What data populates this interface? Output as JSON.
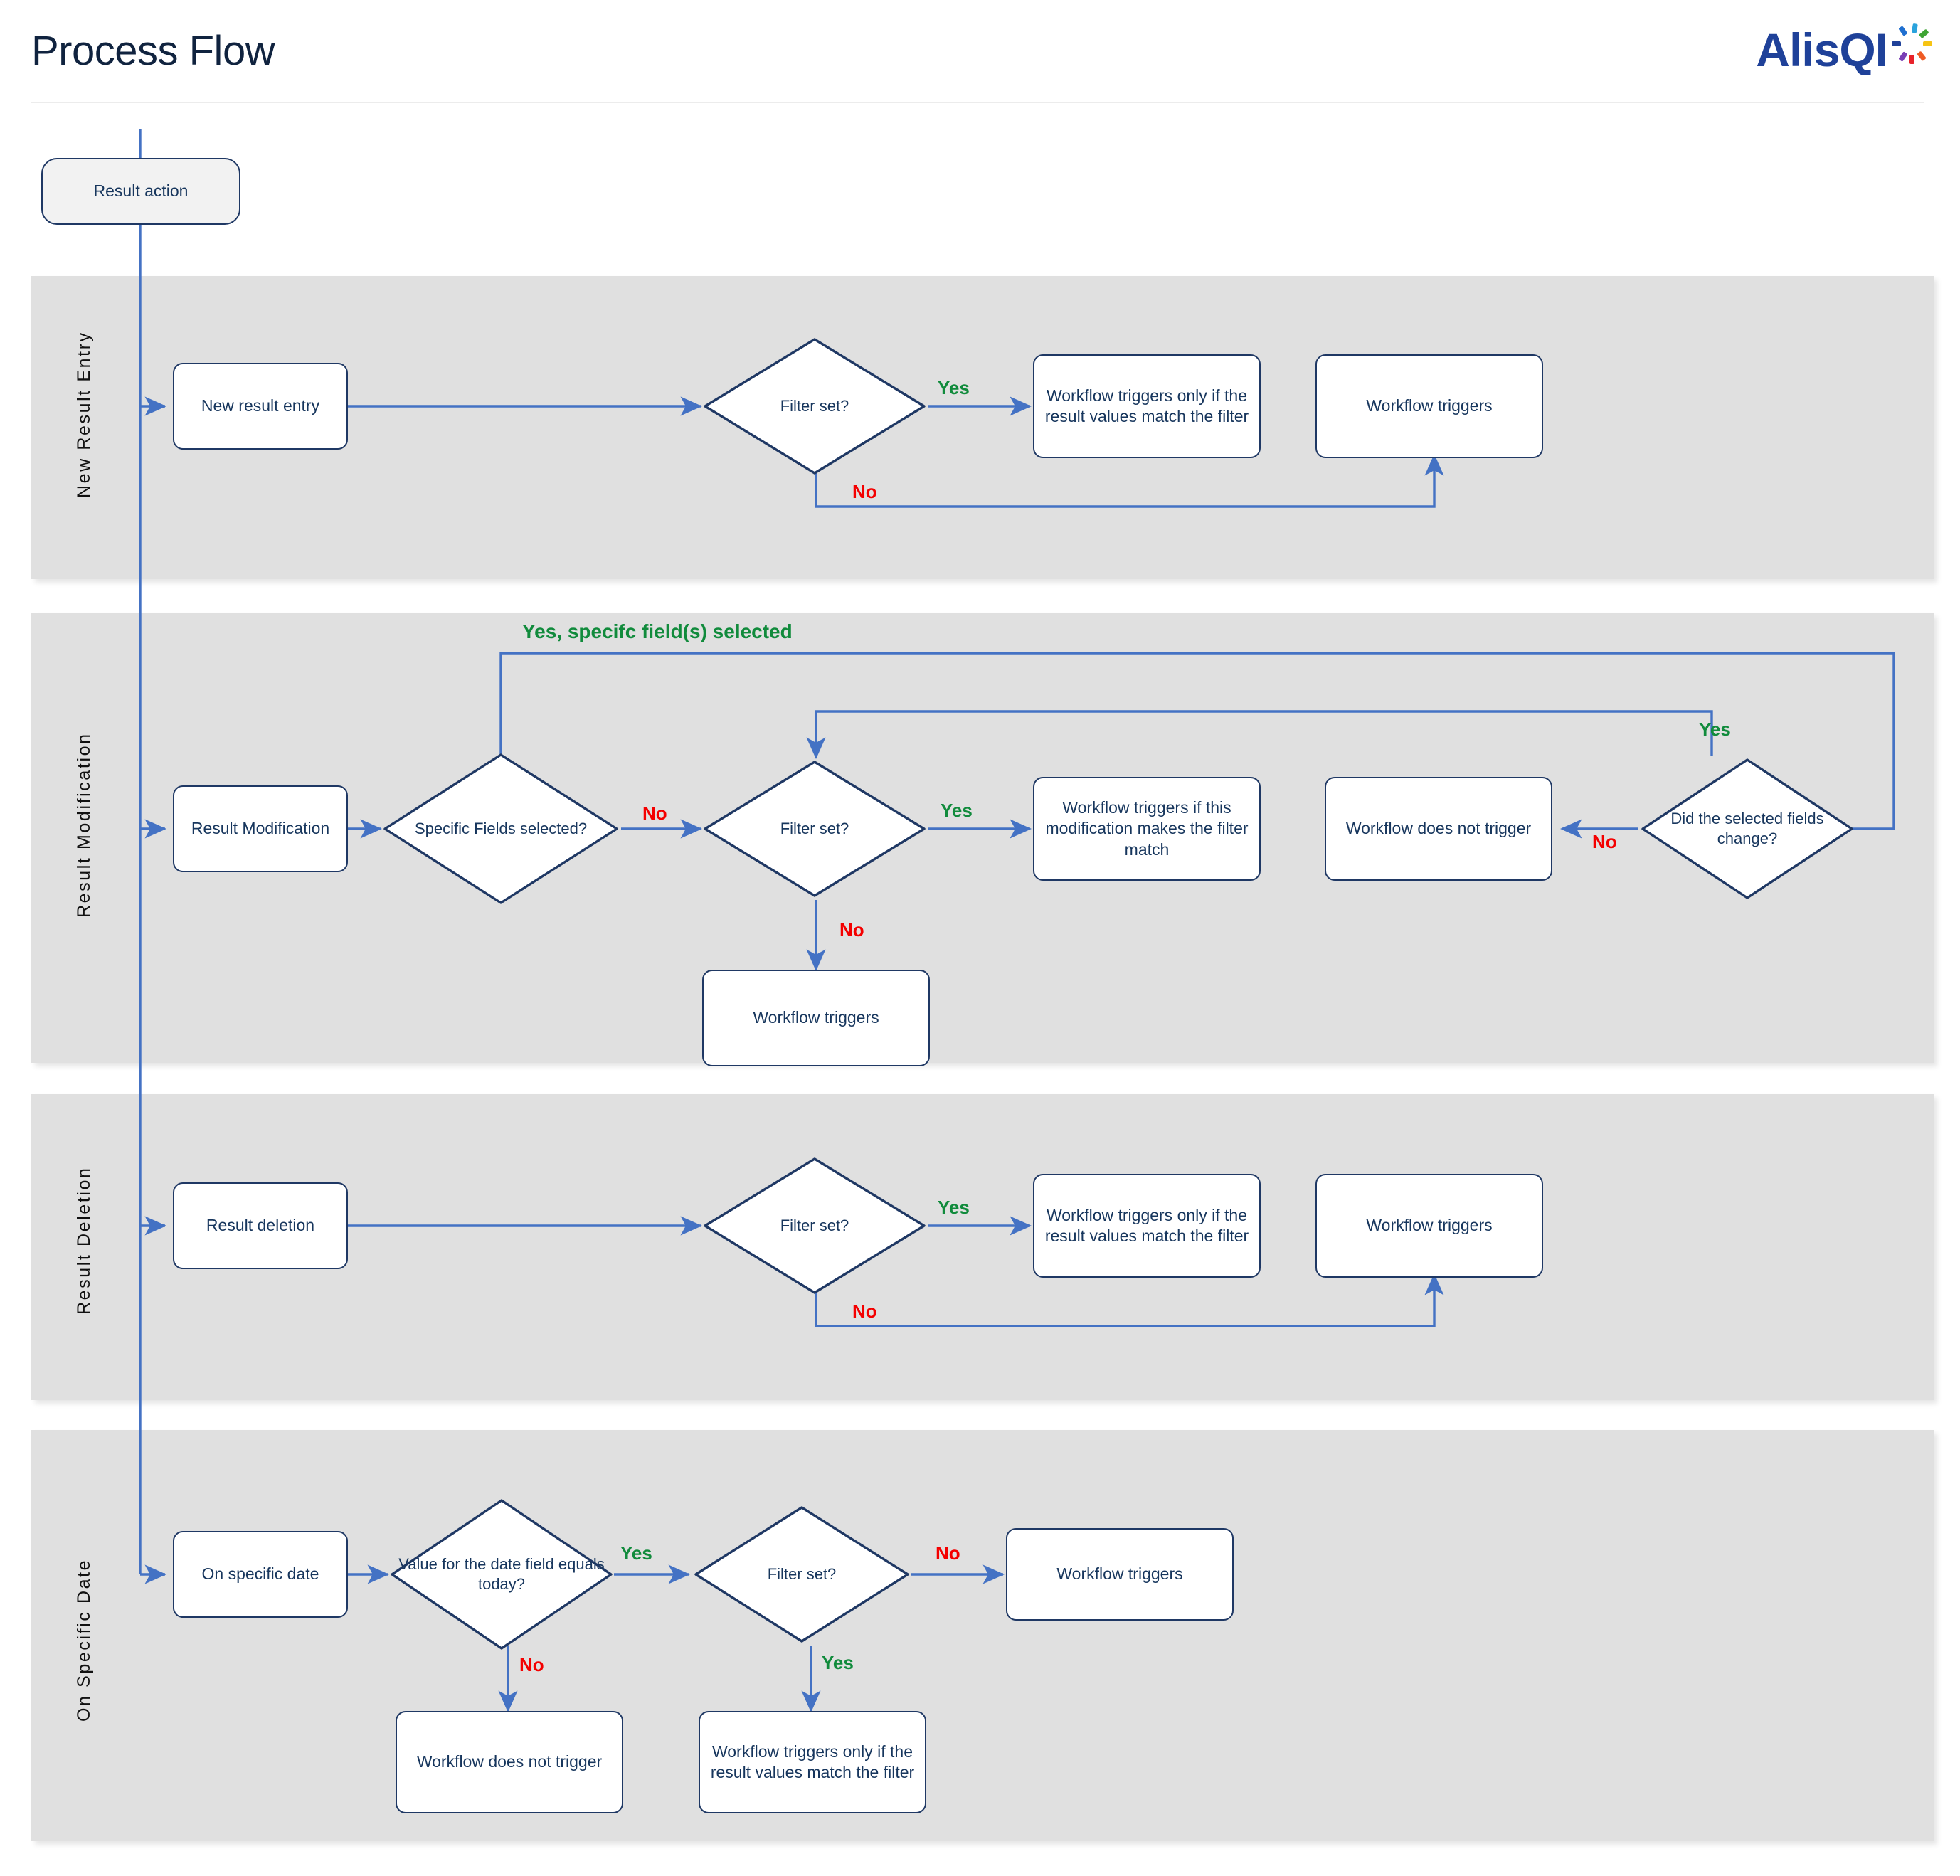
{
  "header": {
    "title": "Process Flow",
    "logo_text": "AlisQI",
    "logo_name": "alisqi-logo",
    "logo_burst_colors": [
      "#7a3fb5",
      "#e8222a",
      "#ef5b25",
      "#f6c414",
      "#3fa535",
      "#2aa3dd",
      "#1f6fd0",
      "#1f4199"
    ],
    "brand_color": "#1f4199"
  },
  "palette": {
    "lane_bg": "#e0e0e0",
    "node_border": "#1f3864",
    "node_text": "#17365d",
    "connector": "#4472c4",
    "yes_color": "#118b3c",
    "no_color": "#f40000",
    "start_fill": "#f2f2f2"
  },
  "start_node": {
    "label": "Result action"
  },
  "lanes": [
    {
      "id": "new-result-entry",
      "label": "New Result Entry",
      "nodes": [
        {
          "id": "n1",
          "type": "process",
          "label": "New result entry"
        },
        {
          "id": "n2",
          "type": "decision",
          "label": "Filter set?"
        },
        {
          "id": "n3",
          "type": "process",
          "label": "Workflow triggers only if the result values match the filter"
        },
        {
          "id": "n4",
          "type": "process",
          "label": "Workflow triggers"
        }
      ],
      "edges": [
        {
          "from": "n1",
          "to": "n2",
          "label": ""
        },
        {
          "from": "n2",
          "to": "n3",
          "label": "Yes",
          "kind": "yes"
        },
        {
          "from": "n2",
          "to": "n4",
          "label": "No",
          "kind": "no"
        }
      ]
    },
    {
      "id": "result-modification",
      "label": "Result Modification",
      "nodes": [
        {
          "id": "m1",
          "type": "process",
          "label": "Result Modification"
        },
        {
          "id": "m2",
          "type": "decision",
          "label": "Specific Fields selected?"
        },
        {
          "id": "m3",
          "type": "decision",
          "label": "Filter set?"
        },
        {
          "id": "m4",
          "type": "process",
          "label": "Workflow triggers if this modification makes the filter match"
        },
        {
          "id": "m5",
          "type": "process",
          "label": "Workflow does not trigger"
        },
        {
          "id": "m6",
          "type": "decision",
          "label": "Did the selected fields change?"
        },
        {
          "id": "m7",
          "type": "process",
          "label": "Workflow triggers"
        }
      ],
      "edges": [
        {
          "from": "m1",
          "to": "m2",
          "label": ""
        },
        {
          "from": "m2",
          "to": "m6",
          "label": "Yes,  specifc field(s) selected",
          "kind": "yes"
        },
        {
          "from": "m2",
          "to": "m3",
          "label": "No",
          "kind": "no"
        },
        {
          "from": "m3",
          "to": "m4",
          "label": "Yes",
          "kind": "yes"
        },
        {
          "from": "m3",
          "to": "m7",
          "label": "No",
          "kind": "no"
        },
        {
          "from": "m6",
          "to": "m5",
          "label": "No",
          "kind": "no"
        },
        {
          "from": "m6",
          "to": "m3",
          "label": "Yes",
          "kind": "yes"
        }
      ]
    },
    {
      "id": "result-deletion",
      "label": "Result Deletion",
      "nodes": [
        {
          "id": "d1",
          "type": "process",
          "label": "Result deletion"
        },
        {
          "id": "d2",
          "type": "decision",
          "label": "Filter set?"
        },
        {
          "id": "d3",
          "type": "process",
          "label": "Workflow triggers only if the result values match the filter"
        },
        {
          "id": "d4",
          "type": "process",
          "label": "Workflow triggers"
        }
      ],
      "edges": [
        {
          "from": "d1",
          "to": "d2",
          "label": ""
        },
        {
          "from": "d2",
          "to": "d3",
          "label": "Yes",
          "kind": "yes"
        },
        {
          "from": "d2",
          "to": "d4",
          "label": "No",
          "kind": "no"
        }
      ]
    },
    {
      "id": "on-specific-date",
      "label": "On Specific Date",
      "nodes": [
        {
          "id": "s1",
          "type": "process",
          "label": "On specific date"
        },
        {
          "id": "s2",
          "type": "decision",
          "label": "Value for the date field equals today?"
        },
        {
          "id": "s3",
          "type": "decision",
          "label": "Filter set?"
        },
        {
          "id": "s4",
          "type": "process",
          "label": "Workflow triggers"
        },
        {
          "id": "s5",
          "type": "process",
          "label": "Workflow does not trigger"
        },
        {
          "id": "s6",
          "type": "process",
          "label": "Workflow triggers only if the result values match the filter"
        }
      ],
      "edges": [
        {
          "from": "s1",
          "to": "s2",
          "label": ""
        },
        {
          "from": "s2",
          "to": "s3",
          "label": "Yes",
          "kind": "yes"
        },
        {
          "from": "s2",
          "to": "s5",
          "label": "No",
          "kind": "no"
        },
        {
          "from": "s3",
          "to": "s4",
          "label": "No",
          "kind": "no"
        },
        {
          "from": "s3",
          "to": "s6",
          "label": "Yes",
          "kind": "yes"
        }
      ]
    }
  ],
  "labels": {
    "l1_yes": "Yes",
    "l1_no": "No",
    "l2_yes_specific": "Yes,  specifc field(s) selected",
    "l2_no_a": "No",
    "l2_yes_a": "Yes",
    "l2_no_b": "No",
    "l2_yes_b": "Yes",
    "l2_no_c": "No",
    "l3_yes": "Yes",
    "l3_no": "No",
    "l4_yes_a": "Yes",
    "l4_no_a": "No",
    "l4_no_b": "No",
    "l4_yes_b": "Yes"
  }
}
